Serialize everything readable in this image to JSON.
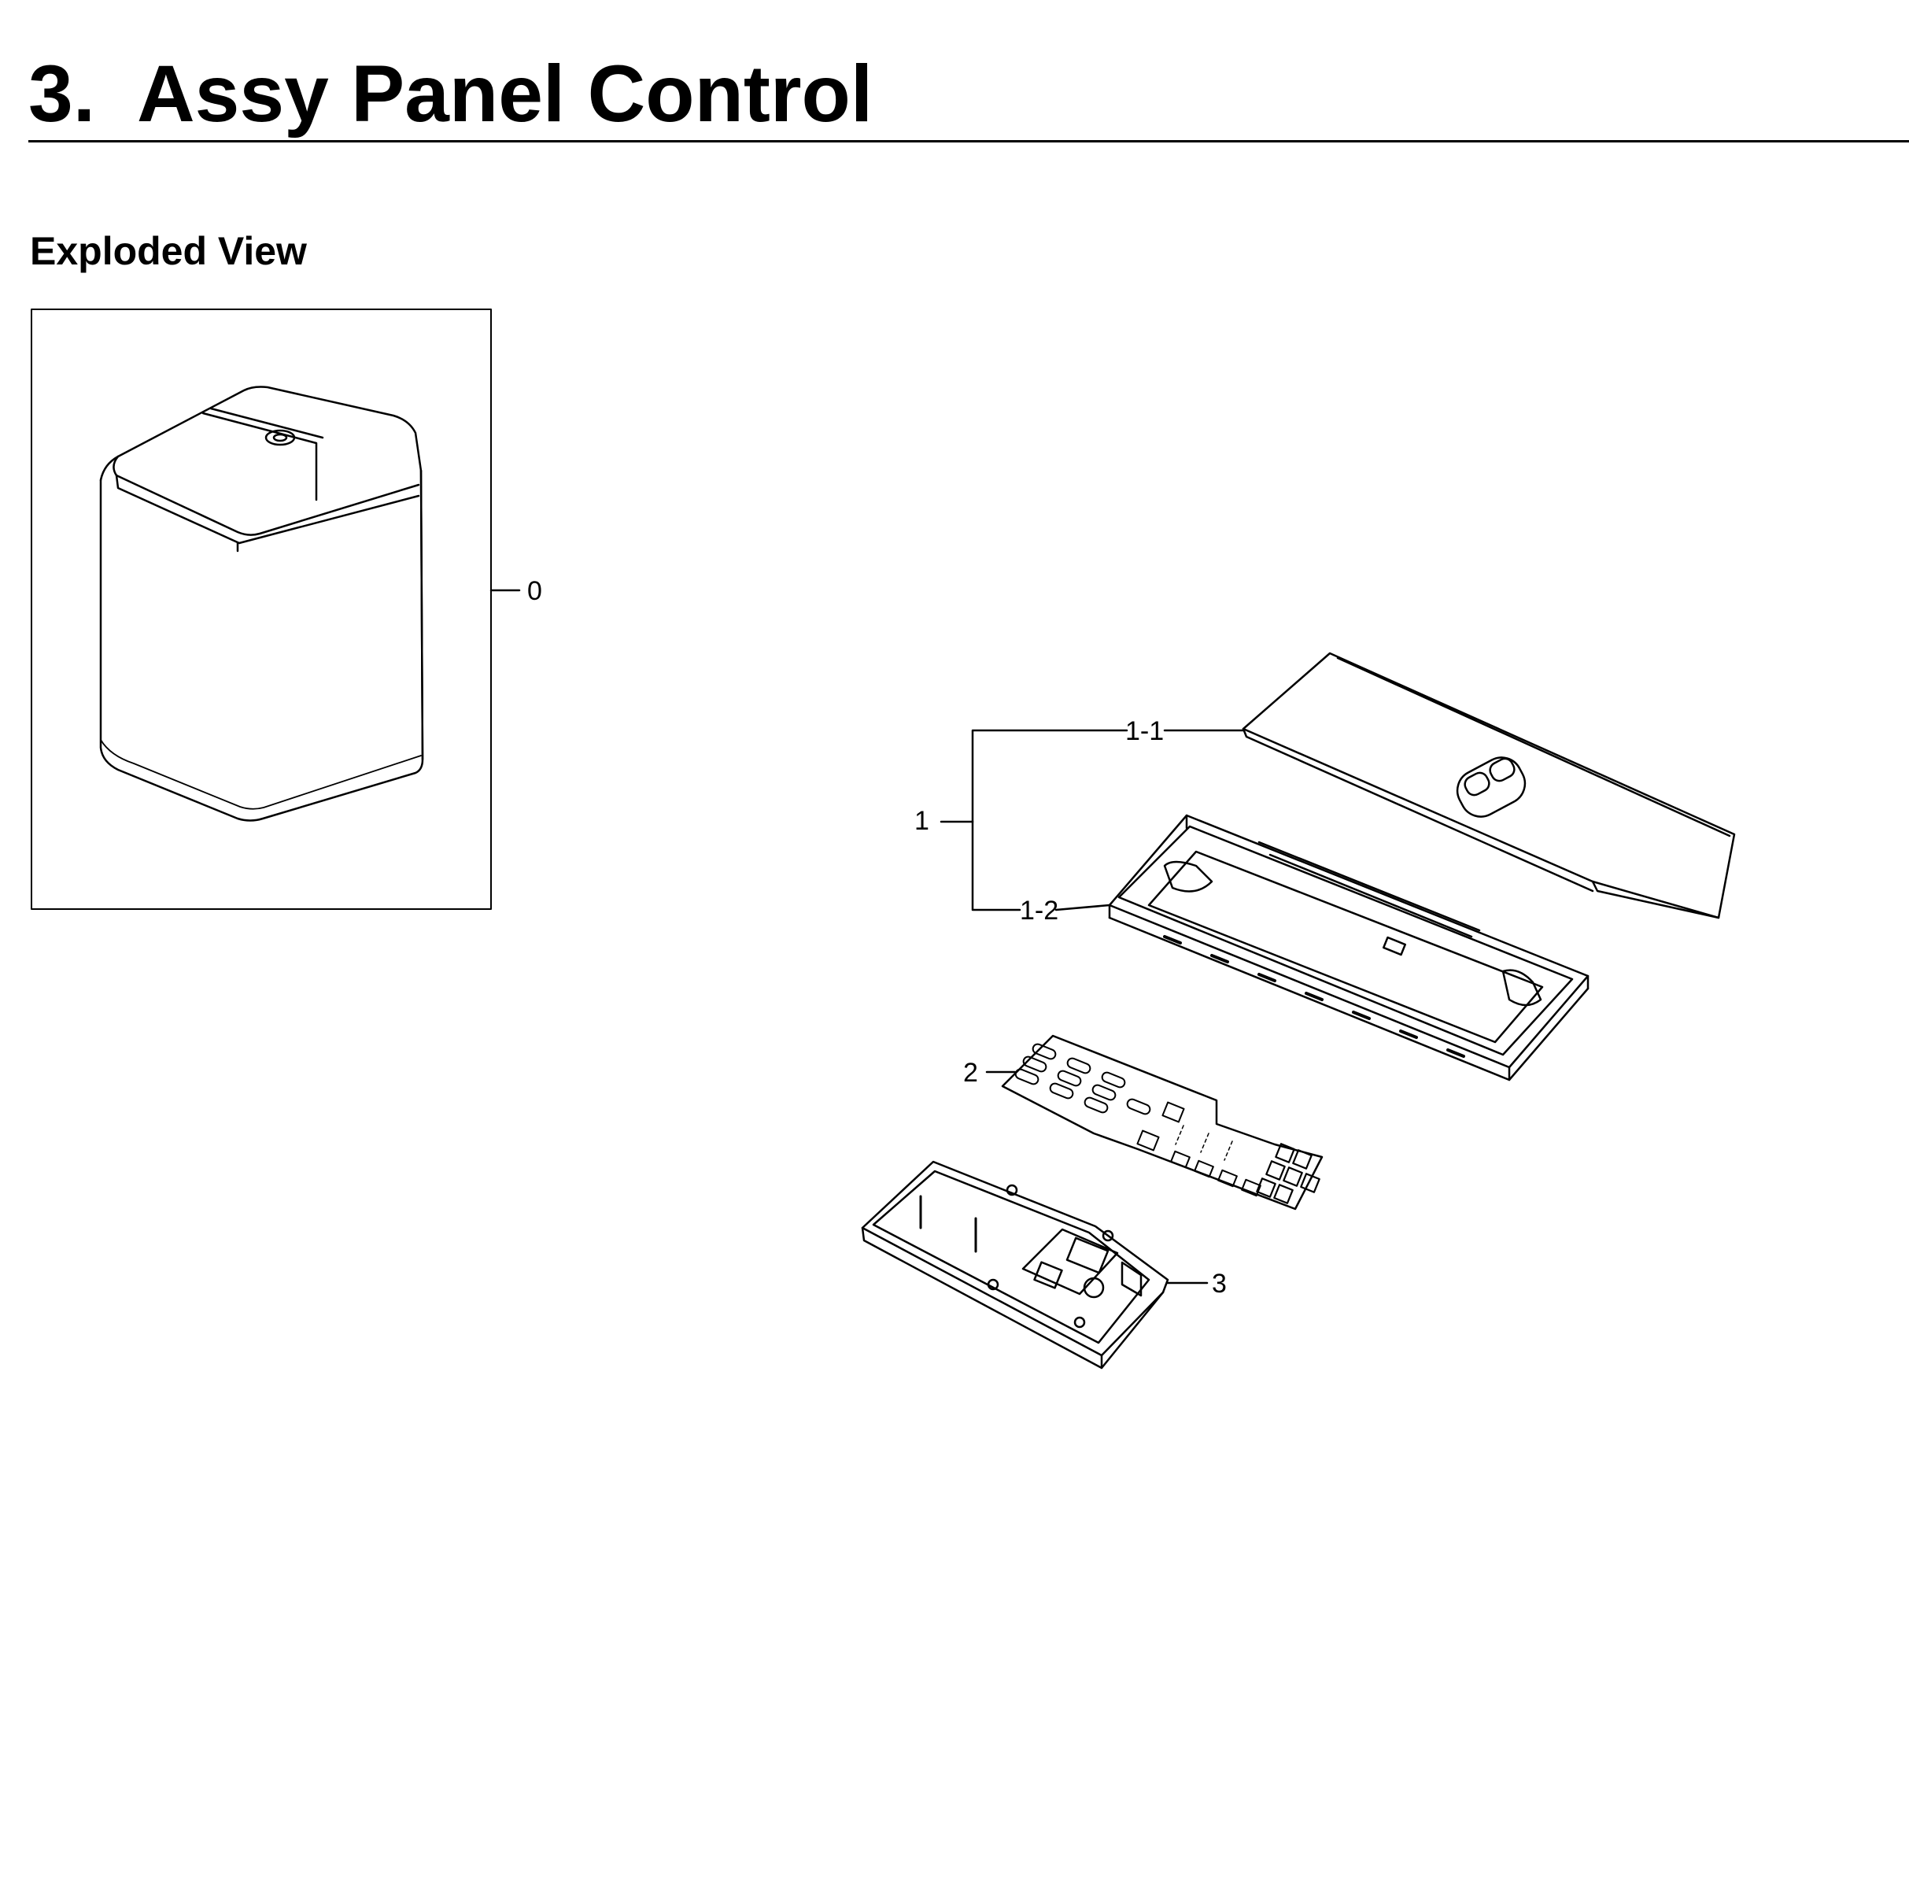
{
  "page": {
    "title": "3.  Assy Panel Control",
    "section_heading": "Exploded View"
  },
  "callouts": {
    "assembly": "0",
    "panel_group": "1",
    "panel_cover": "1-1",
    "panel_frame": "1-2",
    "button_sheet": "2",
    "pcb_housing": "3"
  },
  "colors": {
    "line": "#000000",
    "background": "#ffffff"
  }
}
